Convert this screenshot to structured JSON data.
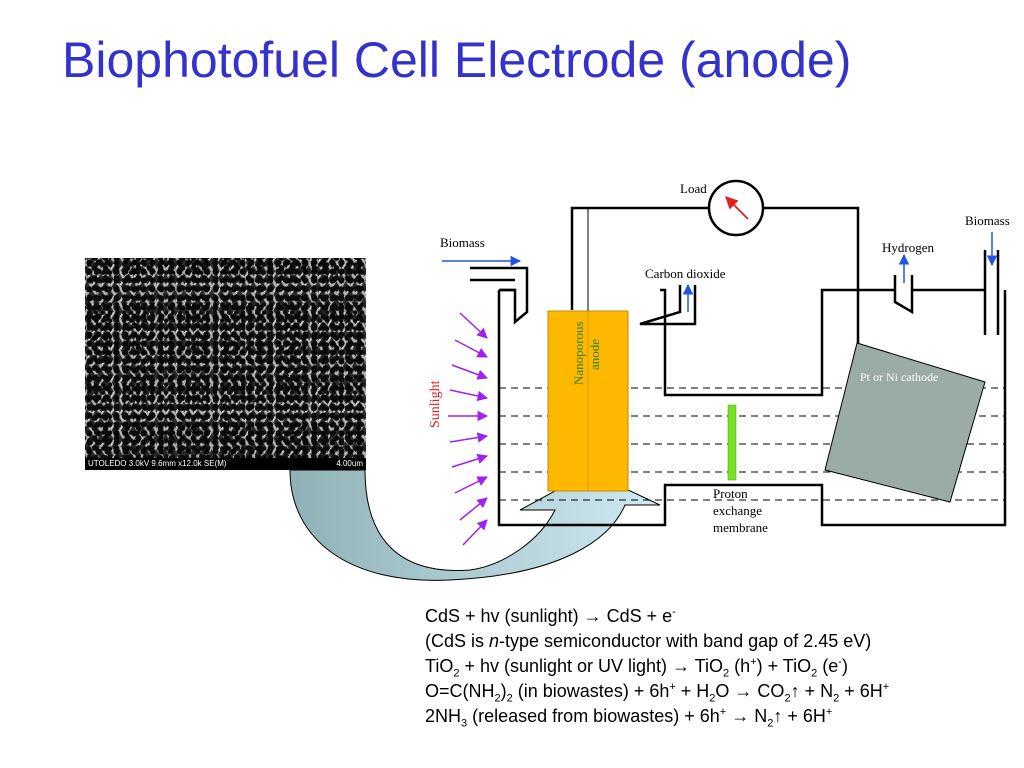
{
  "title": "Biophotofuel Cell Electrode (anode)",
  "sem_image": {
    "left_caption": "UTOLEDO 3.0kV 9.6mm x12.0k SE(M)",
    "right_caption": "4.00um"
  },
  "diagram": {
    "load": "Load",
    "biomass_left": "Biomass",
    "biomass_right": "Biomass",
    "hydrogen": "Hydrogen",
    "carbon_dioxide": "Carbon dioxide",
    "sunlight": "Sunlight",
    "anode_line1": "Nanoporous",
    "anode_line2": "anode",
    "cathode": "Pt or Ni cathode",
    "membrane_line1": "Proton",
    "membrane_line2": "exchange",
    "membrane_line3": "membrane"
  },
  "colors": {
    "title": "#3333cc",
    "anode": "#ffb800",
    "membrane": "#77e022",
    "cathode": "#9aaba8",
    "sunlight_arrows": "#a020f0",
    "biomass_arrow": "#2255dd",
    "load_needle": "#e02020",
    "anode_text": "#2e7d10",
    "sunlight_text": "#dd2222",
    "big_arrow_start": "#8fb1b5",
    "big_arrow_end": "#cfeaf2"
  },
  "equations": [
    [
      "CdS + hv (sunlight) → CdS + e",
      {
        "sup": "-"
      }
    ],
    [
      "(CdS is ",
      {
        "i": "n"
      },
      "-type semiconductor with band gap of 2.45 eV)"
    ],
    [
      "TiO",
      {
        "sub": "2"
      },
      " + hv (sunlight or UV light) → TiO",
      {
        "sub": "2"
      },
      " (h",
      {
        "sup": "+"
      },
      ") + TiO",
      {
        "sub": "2"
      },
      " (e",
      {
        "sup": "-"
      },
      ")"
    ],
    [
      "O=C(NH",
      {
        "sub": "2"
      },
      ")",
      {
        "sub": "2"
      },
      " (in biowastes) + 6h",
      {
        "sup": "+"
      },
      " + H",
      {
        "sub": "2"
      },
      "O → CO",
      {
        "sub": "2"
      },
      "↑ + N",
      {
        "sub": "2"
      },
      " + 6H",
      {
        "sup": "+"
      }
    ],
    [
      "2NH",
      {
        "sub": "3"
      },
      " (released from biowastes) + 6h",
      {
        "sup": "+"
      },
      " → N",
      {
        "sub": "2"
      },
      "↑ + 6H",
      {
        "sup": "+"
      }
    ]
  ]
}
